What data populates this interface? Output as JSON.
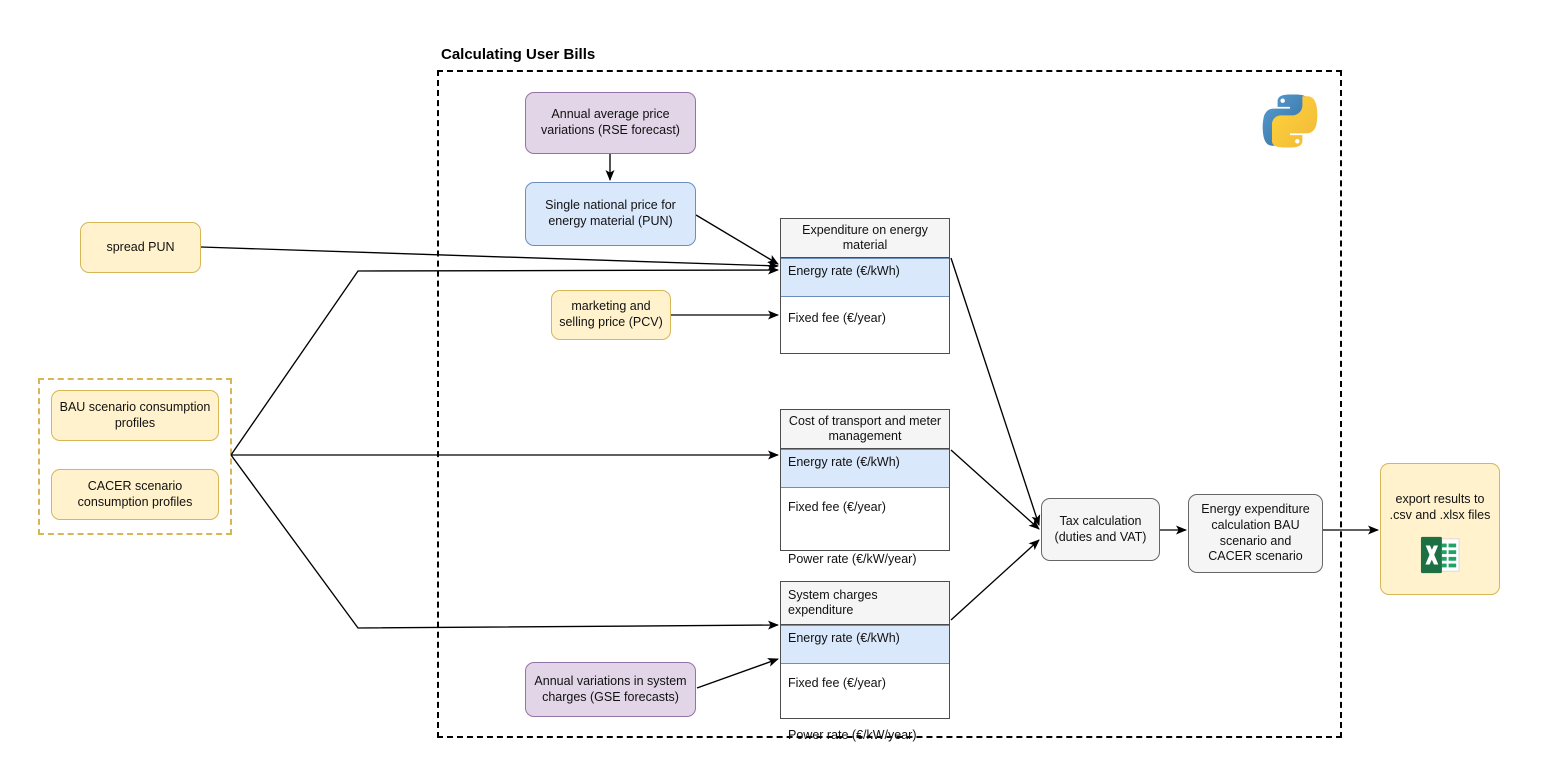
{
  "diagram": {
    "section_title": "Calculating User Bills",
    "icons": {
      "python": "python-logo-icon",
      "excel": "excel-file-icon"
    }
  },
  "inputs": {
    "spread_pun": "spread PUN",
    "bau": "BAU scenario consumption profiles",
    "cacer": "CACER scenario consumption profiles",
    "pcv": "marketing and selling price (PCV)",
    "rse": "Annual average price variations (RSE forecast)",
    "gse": "Annual variations in system charges (GSE forecasts)",
    "pun": "Single national price for energy material (PUN)"
  },
  "tables": [
    {
      "name": "expenditure-on-energy-material",
      "header": "Expenditure on energy material",
      "header_align": "center",
      "rows": [
        {
          "label": "Energy rate (€/kWh)",
          "highlight": true
        },
        {
          "label": "Fixed fee (€/year)",
          "highlight": false
        }
      ]
    },
    {
      "name": "cost-of-transport-and-meter-management",
      "header": "Cost of transport and meter management",
      "header_align": "center",
      "rows": [
        {
          "label": "Energy rate (€/kWh)",
          "highlight": true
        },
        {
          "label": "Fixed fee (€/year)",
          "highlight": false
        },
        {
          "label": "Power rate (€/kW/year)",
          "highlight": false
        }
      ]
    },
    {
      "name": "system-charges-expenditure",
      "header": "System charges expenditure",
      "header_align": "left",
      "rows": [
        {
          "label": "Energy rate (€/kWh)",
          "highlight": true
        },
        {
          "label": "Fixed fee (€/year)",
          "highlight": false
        },
        {
          "label": "Power rate (€/kW/year)",
          "highlight": false
        }
      ]
    }
  ],
  "process": {
    "tax": "Tax calculation (duties and VAT)",
    "energy_calc": "Energy expenditure calculation BAU scenario and CACER scenario"
  },
  "output": {
    "export": "export results to .csv and .xlsx files"
  },
  "colors": {
    "yellow_fill": "#fff2cc",
    "yellow_stroke": "#d6b656",
    "purple_fill": "#e1d5e7",
    "purple_stroke": "#9673a6",
    "blue_fill": "#dae8fc",
    "blue_stroke": "#6c8ebf",
    "grey_fill": "#f5f5f5",
    "grey_stroke": "#666666",
    "excel_green": "#1d7044",
    "python_blue": "#3b6e99",
    "python_yellow": "#f4c53d"
  }
}
